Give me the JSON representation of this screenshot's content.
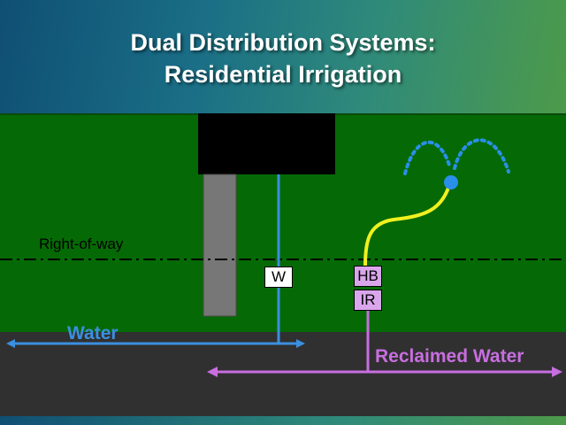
{
  "title": {
    "line1": "Dual Distribution Systems:",
    "line2": "Residential Irrigation"
  },
  "labels": {
    "right_of_way": "Right-of-way",
    "water": "Water",
    "reclaimed_water": "Reclaimed Water",
    "water_meter": "W",
    "hose_bib": "HB",
    "irrigation": "IR"
  },
  "colors": {
    "lawn": "#056a05",
    "street": "#303030",
    "water_line": "#3b8fe0",
    "reclaimed_line": "#c86ee0",
    "irrigation_hose": "#f0f020",
    "sprinkler": "#2a8fe8",
    "building": "#000000",
    "driveway": "#777777"
  }
}
